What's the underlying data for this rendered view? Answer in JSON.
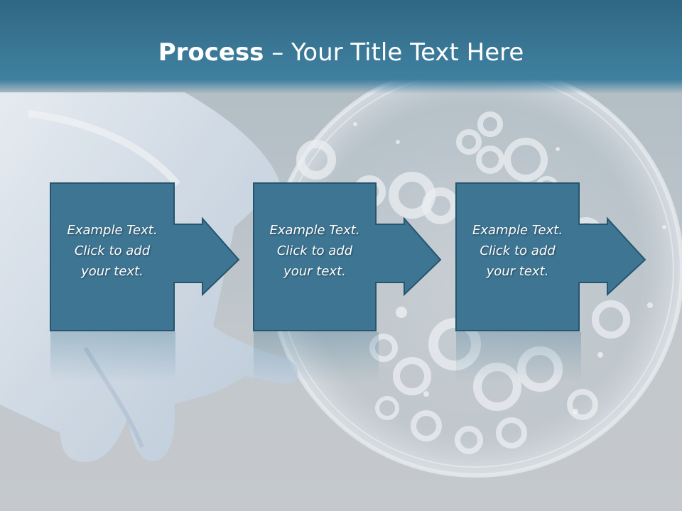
{
  "title": {
    "bold": "Process",
    "rest": " – Your Title Text Here"
  },
  "steps": [
    {
      "line1": "Example Text.",
      "line2": "Click  to add",
      "line3": "your text."
    },
    {
      "line1": "Example Text.",
      "line2": "Click  to add",
      "line3": "your text."
    },
    {
      "line1": "Example Text.",
      "line2": "Click  to add",
      "line3": "your text."
    }
  ],
  "colors": {
    "title_bar": "#3a7896",
    "box_fill": "#3d7593",
    "box_border": "#26556d",
    "title_text": "#ffffff"
  },
  "icons": [
    "glove-image",
    "petri-dish-image",
    "arrow-right-icon"
  ]
}
